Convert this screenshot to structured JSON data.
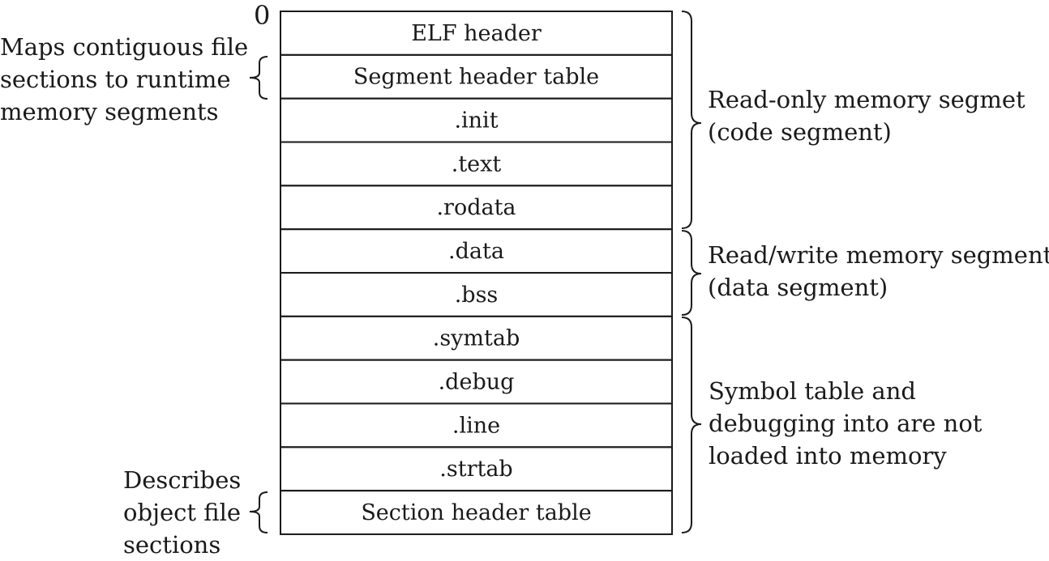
{
  "origin_label": "0",
  "sections": [
    ".init"
  ],
  "header_rows": {
    "elf": "ELF header",
    "segment_table": "Segment header table",
    "section_table": "Section header table"
  },
  "rows": [
    "ELF header",
    "Segment header table",
    ".init",
    ".text",
    ".rodata",
    ".data",
    ".bss",
    ".symtab",
    ".debug",
    ".line",
    ".strtab",
    "Section header table"
  ],
  "annotations": {
    "segment_table_note": [
      "Maps contiguous file",
      "sections to runtime",
      "memory segments"
    ],
    "section_table_note": [
      "Describes",
      "object file",
      "sections"
    ],
    "readonly": [
      "Read-only memory segmet",
      "(code segment)"
    ],
    "readwrite": [
      "Read/write memory segment",
      "(data segment)"
    ],
    "notloaded": [
      "Symbol table and",
      "debugging into are not",
      "loaded into memory"
    ]
  }
}
